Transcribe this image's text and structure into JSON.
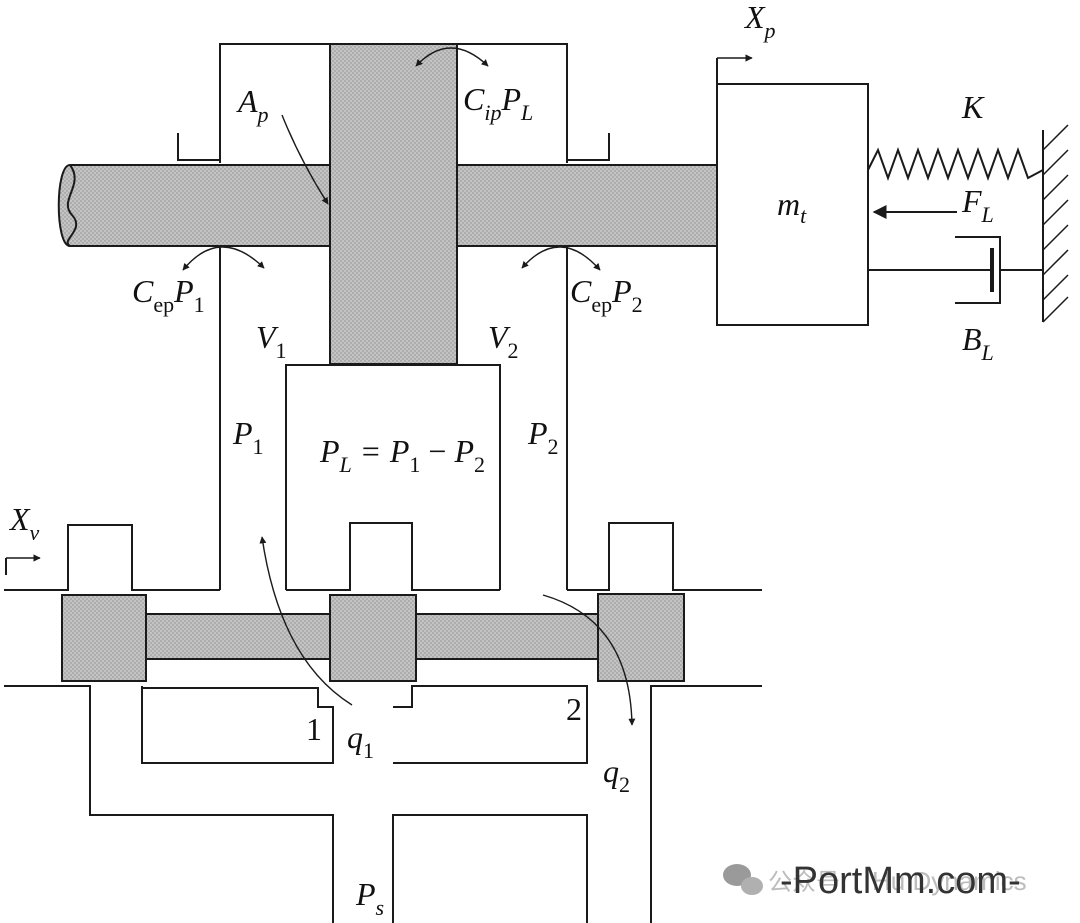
{
  "labels": {
    "xp": {
      "main": "X",
      "sub": "p"
    },
    "ap": {
      "main": "A",
      "sub": "p"
    },
    "cip_pl": {
      "c": "C",
      "c_sub": "ip",
      "p": "P",
      "p_sub": "L"
    },
    "k": "K",
    "mt": {
      "main": "m",
      "sub": "t"
    },
    "fl": {
      "main": "F",
      "sub": "L"
    },
    "bl": {
      "main": "B",
      "sub": "L"
    },
    "cep_p1": {
      "c": "C",
      "c_sub": "ep",
      "p": "P",
      "p_sub": "1"
    },
    "cep_p2": {
      "c": "C",
      "c_sub": "ep",
      "p": "P",
      "p_sub": "2"
    },
    "v1": {
      "main": "V",
      "sub": "1"
    },
    "v2": {
      "main": "V",
      "sub": "2"
    },
    "p1": {
      "main": "P",
      "sub": "1"
    },
    "p2": {
      "main": "P",
      "sub": "2"
    },
    "pl_eq": {
      "pl": "P",
      "pl_sub": "L",
      "eq": "=",
      "p1": "P",
      "p1_sub": "1",
      "minus": "−",
      "p2": "P",
      "p2_sub": "2"
    },
    "xv": {
      "main": "X",
      "sub": "v"
    },
    "port1": "1",
    "port2": "2",
    "q1": {
      "main": "q",
      "sub": "1"
    },
    "q2": {
      "main": "q",
      "sub": "2"
    },
    "ps": {
      "main": "P",
      "sub": "s"
    }
  },
  "watermark": {
    "prefix": "公众号",
    "text": "-PortMm.com-",
    "faint": "Hu Dynamics"
  },
  "colors": {
    "fill": "#bdbdbd",
    "stroke": "#1a1a1a"
  }
}
